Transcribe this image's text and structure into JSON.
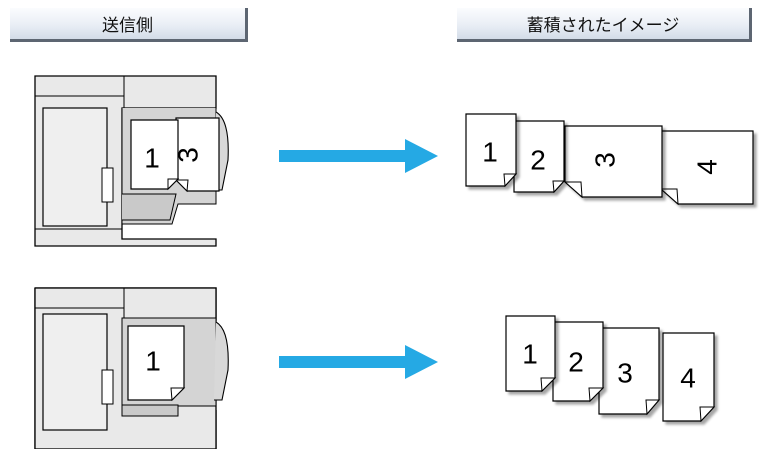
{
  "headers": {
    "send_side": "送信側",
    "stored_image": "蓄積されたイメージ"
  },
  "row1": {
    "scanner_pages": [
      "1",
      "3"
    ],
    "result_pages": [
      "1",
      "2",
      "3",
      "4"
    ]
  },
  "row2": {
    "scanner_pages": [
      "1"
    ],
    "result_pages": [
      "1",
      "2",
      "3",
      "4"
    ]
  },
  "colors": {
    "arrow": "#25a9e4",
    "machine_fill": "#e9e9e9",
    "header_shadow": "#5d6672"
  }
}
